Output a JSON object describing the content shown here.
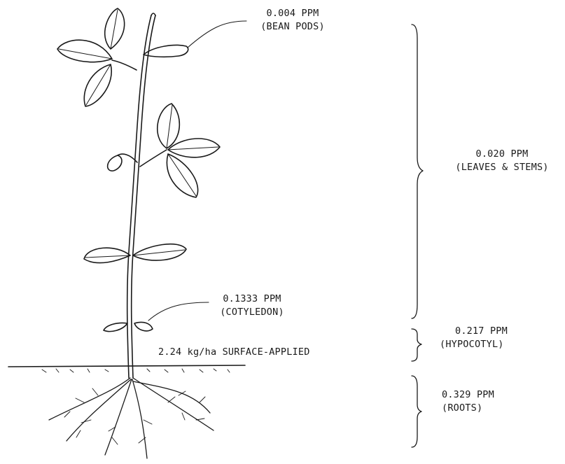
{
  "labels": {
    "bean_pods": {
      "value": "0.004 PPM",
      "part": "(BEAN PODS)"
    },
    "leaves_stems": {
      "value": "0.020 PPM",
      "part": "(LEAVES & STEMS)"
    },
    "cotyledon": {
      "value": "0.1333 PPM",
      "part": "(COTYLEDON)"
    },
    "hypocotyl": {
      "value": "0.217 PPM",
      "part": "(HYPOCOTYL)"
    },
    "roots": {
      "value": "0.329 PPM",
      "part": "(ROOTS)"
    },
    "application": "2.24 kg/ha SURFACE-APPLIED"
  },
  "colors": {
    "ink": "#1a1a1a",
    "paper": "#ffffff"
  }
}
